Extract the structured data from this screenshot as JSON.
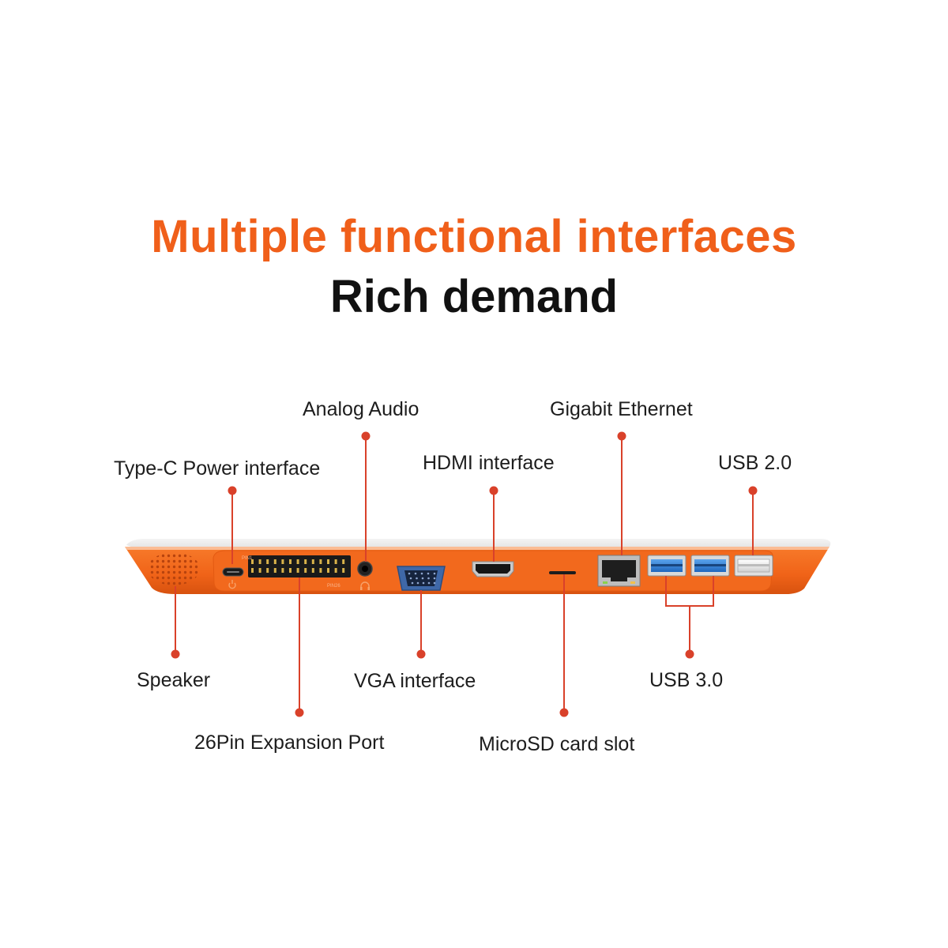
{
  "title": "Multiple functional interfaces",
  "subtitle": "Rich demand",
  "labels": {
    "analog_audio": "Analog Audio",
    "gigabit_ethernet": "Gigabit Ethernet",
    "type_c_power": "Type-C Power interface",
    "hdmi": "HDMI interface",
    "usb2": "USB 2.0",
    "speaker": "Speaker",
    "vga": "VGA interface",
    "usb3": "USB 3.0",
    "expansion_port": "26Pin Expansion Port",
    "microsd": "MicroSD card slot"
  },
  "board_marks": {
    "pin1": "PIN1",
    "pin26": "PIN26"
  },
  "colors": {
    "accent": "#f05f1a",
    "device_orange": "#f26a1b",
    "callout": "#d9412a",
    "usb3_blue": "#2f7fd6",
    "text": "#1d1d1d"
  },
  "icons": {
    "power": "power-icon",
    "headphone": "headphone-icon"
  }
}
